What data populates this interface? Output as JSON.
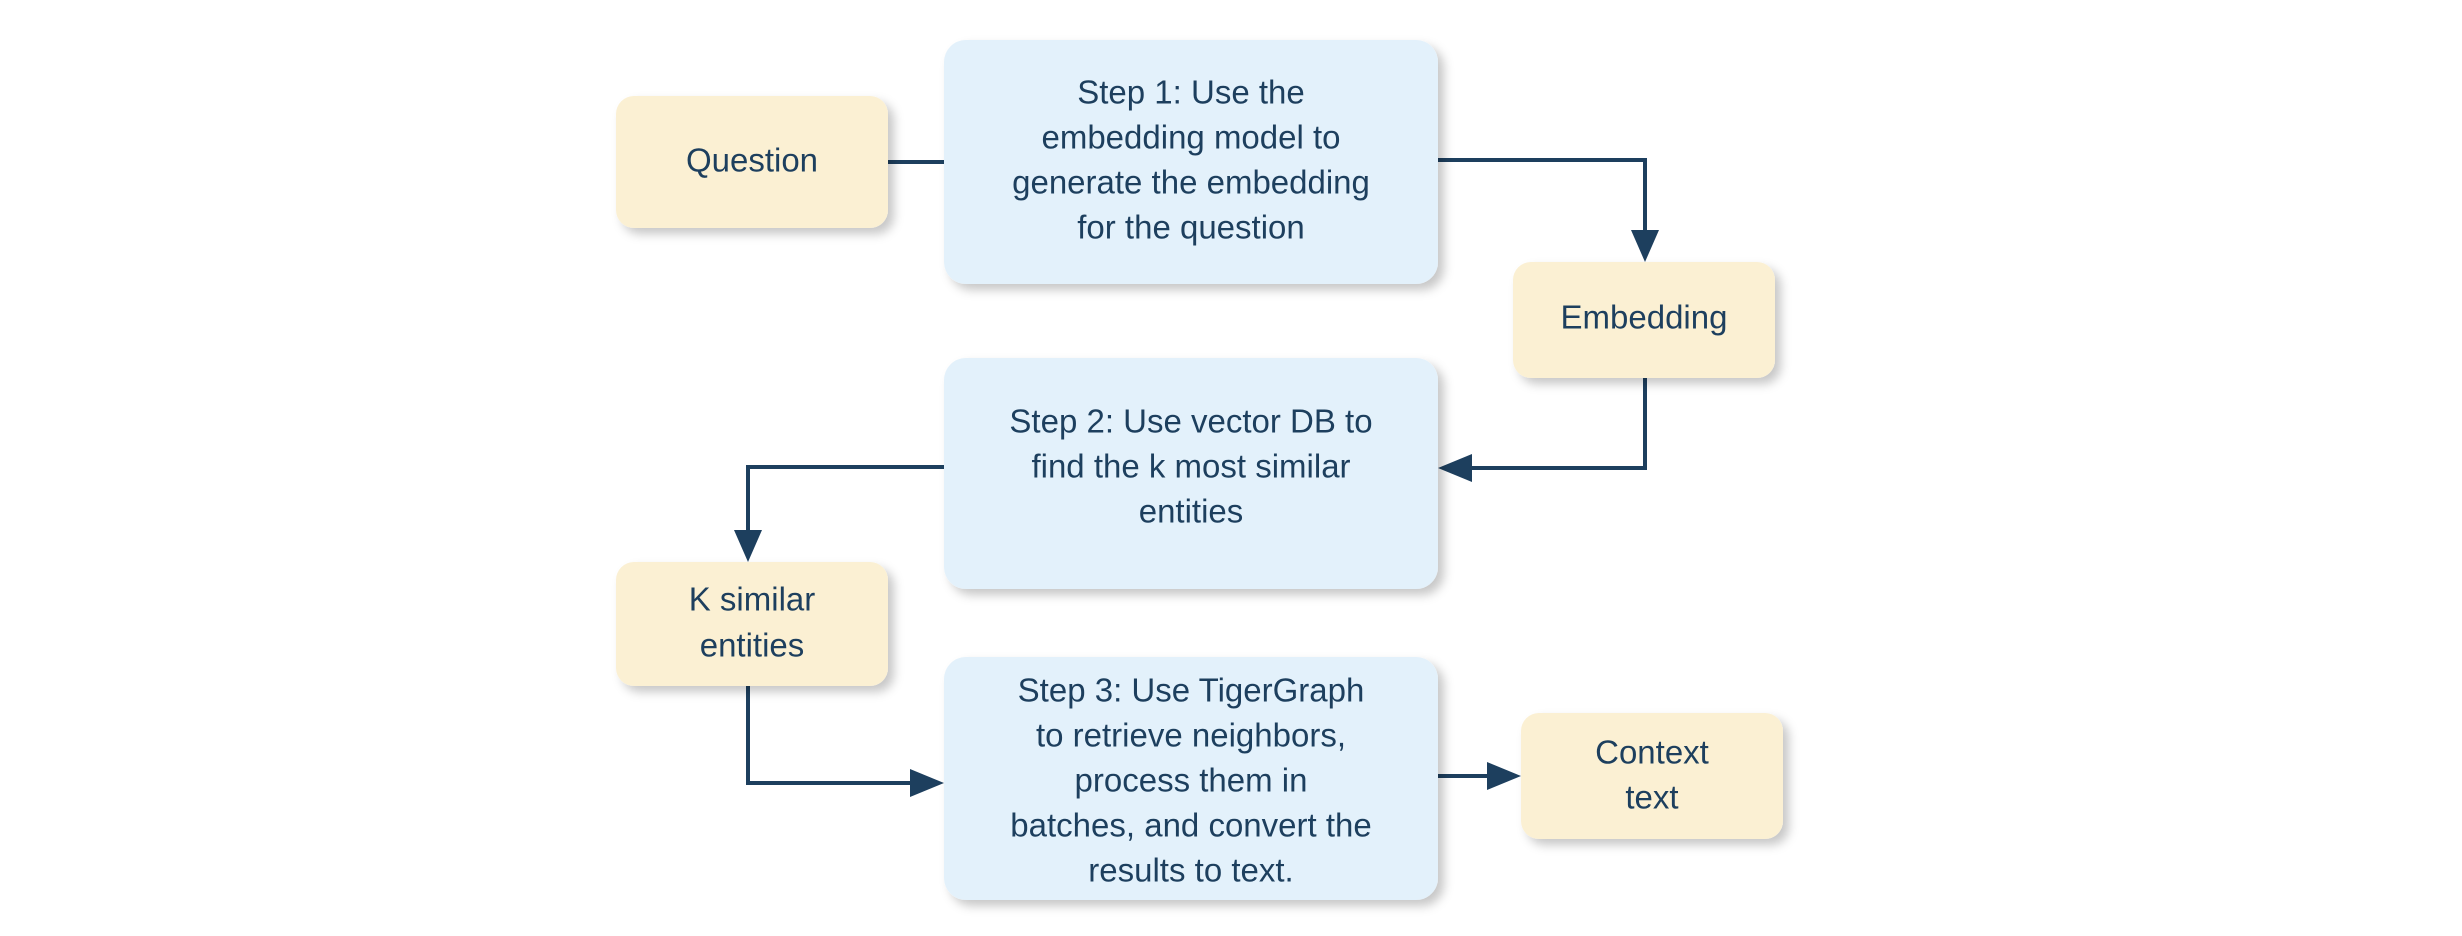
{
  "diagram": {
    "title": "RAG retrieval pipeline flowchart",
    "background_color": "#ffffff",
    "colors": {
      "data_node_fill": "#fbf0d3",
      "process_node_fill": "#e3f1fb",
      "text": "#1d3f5e",
      "edge": "#1d3f5e"
    },
    "nodes": {
      "question": {
        "label": "Question",
        "kind": "data",
        "lines": [
          "Question"
        ]
      },
      "step1": {
        "label": "Step 1: Use the embedding model to generate the embedding for the question",
        "kind": "process",
        "lines": [
          "Step 1: Use the",
          "embedding model to",
          "generate the embedding",
          "for the question"
        ]
      },
      "embedding": {
        "label": "Embedding",
        "kind": "data",
        "lines": [
          "Embedding"
        ]
      },
      "step2": {
        "label": "Step 2: Use vector DB to find the k most similar entities",
        "kind": "process",
        "lines": [
          "Step 2: Use vector DB to",
          "find the k most similar",
          "entities"
        ]
      },
      "k_similar_entities": {
        "label": "K similar entities",
        "kind": "data",
        "lines": [
          "K similar",
          "entities"
        ]
      },
      "step3": {
        "label": "Step 3: Use TigerGraph to retrieve neighbors, process them in batches, and convert the results to text.",
        "kind": "process",
        "lines": [
          "Step 3: Use TigerGraph",
          "to retrieve neighbors,",
          "process them in",
          "batches, and convert the",
          "results to text."
        ]
      },
      "context_text": {
        "label": "Context text",
        "kind": "data",
        "lines": [
          "Context",
          "text"
        ]
      }
    },
    "edges": [
      {
        "name": "question-to-step1",
        "from": "question",
        "to": "step1",
        "route": "straight-right"
      },
      {
        "name": "step1-to-embedding",
        "from": "step1",
        "to": "embedding",
        "route": "right-then-down"
      },
      {
        "name": "embedding-to-step2",
        "from": "embedding",
        "to": "step2",
        "route": "down-then-left"
      },
      {
        "name": "step2-to-k-similar-entities",
        "from": "step2",
        "to": "k_similar_entities",
        "route": "left-then-down"
      },
      {
        "name": "k-similar-entities-to-step3",
        "from": "k_similar_entities",
        "to": "step3",
        "route": "down-then-right"
      },
      {
        "name": "step3-to-context-text",
        "from": "step3",
        "to": "context_text",
        "route": "straight-right"
      }
    ]
  }
}
